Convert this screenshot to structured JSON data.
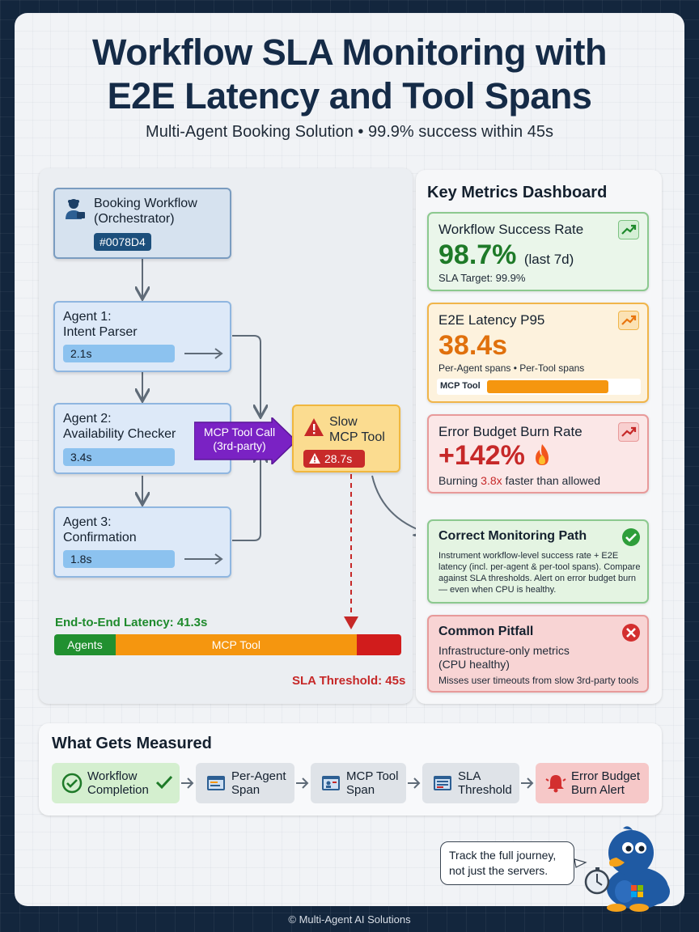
{
  "header": {
    "title_line1": "Workflow SLA Monitoring with",
    "title_line2": "E2E Latency and Tool Spans",
    "subtitle": "Multi-Agent Booking Solution • 99.9% success within 45s"
  },
  "workflow": {
    "orchestrator": {
      "line1": "Booking Workflow",
      "line2": "(Orchestrator)",
      "hex": "#0078D4"
    },
    "agents": [
      {
        "line1": "Agent 1:",
        "line2": "Intent Parser",
        "time": "2.1s"
      },
      {
        "line1": "Agent 2:",
        "line2": "Availability Checker",
        "time": "3.4s"
      },
      {
        "line1": "Agent 3:",
        "line2": "Confirmation",
        "time": "1.8s"
      }
    ],
    "mcp_call": {
      "line1": "MCP Tool Call",
      "line2": "(3rd-party)"
    },
    "slow_tool": {
      "line1": "Slow",
      "line2": "MCP Tool",
      "time": "28.7s"
    },
    "e2e_label": "End-to-End Latency: 41.3s",
    "bar": {
      "agents_label": "Agents",
      "mcp_label": "MCP Tool",
      "agents_s": 7.3,
      "mcp_s": 28.7,
      "over_s": 5.3
    },
    "sla_label": "SLA Threshold: 45s"
  },
  "dashboard": {
    "title": "Key Metrics Dashboard",
    "success": {
      "title": "Workflow Success Rate",
      "value": "98.7%",
      "period": "(last 7d)",
      "target": "SLA Target: 99.9%",
      "color": "#1e8a2c"
    },
    "latency": {
      "title": "E2E Latency P95",
      "value": "38.4s",
      "spans": "Per-Agent spans • Per-Tool spans",
      "mcp_label": "MCP Tool",
      "mcp_fraction": 0.8,
      "color": "#e8760f"
    },
    "burn": {
      "title": "Error Budget Burn Rate",
      "value": "+142%",
      "burn_prefix": "Burning ",
      "burn_mult": "3.8x",
      "burn_suffix": " faster than allowed",
      "color": "#c62828"
    },
    "correct": {
      "title": "Correct Monitoring Path",
      "body": "Instrument workflow-level success rate + E2E latency (incl. per-agent & per-tool spans). Compare against SLA thresholds. Alert on error budget burn — even when CPU is healthy."
    },
    "pitfall": {
      "title": "Common Pitfall",
      "line1": "Infrastructure-only metrics",
      "line2": "(CPU healthy)",
      "line3": "Misses user timeouts from slow 3rd-party tools"
    }
  },
  "measured": {
    "title": "What Gets Measured",
    "steps": [
      {
        "line1": "Workflow",
        "line2": "Completion"
      },
      {
        "line1": "Per-Agent",
        "line2": "Span"
      },
      {
        "line1": "MCP Tool",
        "line2": "Span"
      },
      {
        "line1": "SLA",
        "line2": "Threshold"
      },
      {
        "line1": "Error Budget",
        "line2": "Burn Alert"
      }
    ]
  },
  "mascot": {
    "bubble_line1": "Track the full journey,",
    "bubble_line2": "not just the servers."
  },
  "footer": "© Multi-Agent AI Solutions"
}
